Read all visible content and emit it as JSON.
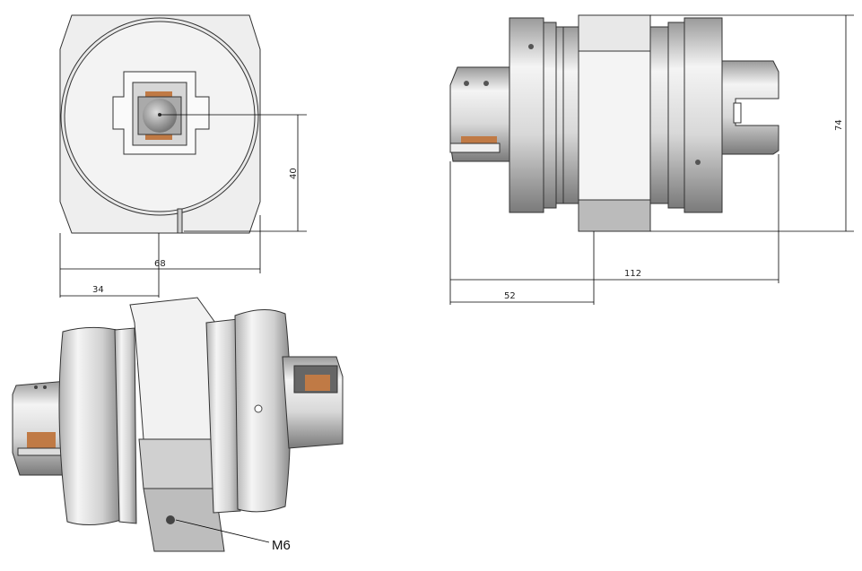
{
  "drawing": {
    "front_view": {
      "dim_height": "40",
      "dim_width": "68",
      "dim_half_width": "34"
    },
    "side_view": {
      "dim_height": "74",
      "dim_length": "112",
      "dim_offset": "52"
    },
    "iso_view": {
      "thread_callout": "M6"
    }
  },
  "colors": {
    "metal_light": "#f2f2f2",
    "metal_mid": "#cfcfcf",
    "metal_dark": "#8a8a8a",
    "copper": "#c07a45"
  }
}
